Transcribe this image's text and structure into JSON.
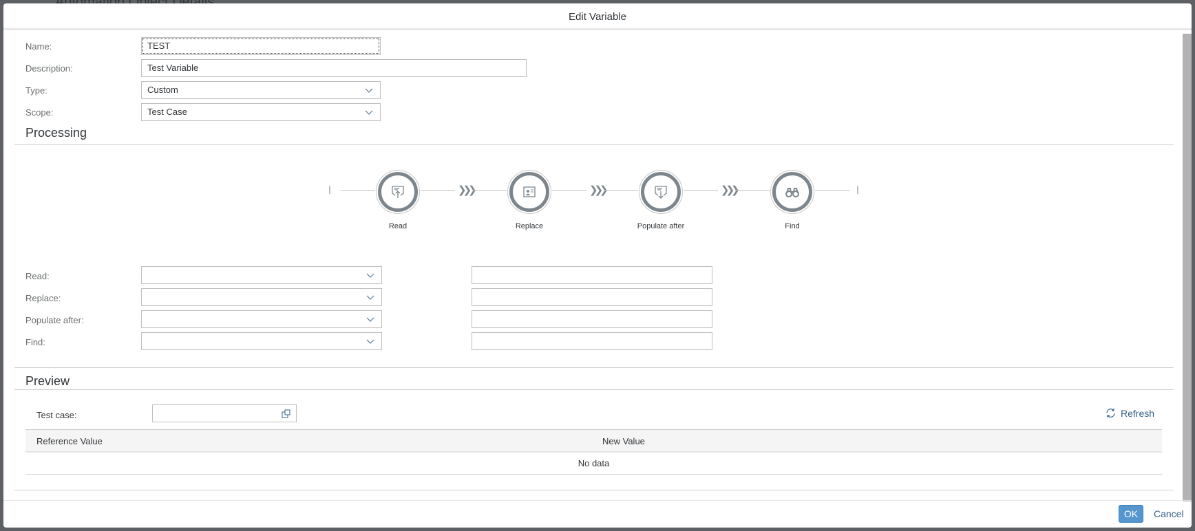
{
  "background": {
    "title": "Automation Object Details"
  },
  "dialog": {
    "title": "Edit Variable"
  },
  "form": {
    "name": {
      "label": "Name:",
      "value": "TEST"
    },
    "description": {
      "label": "Description:",
      "value": "Test Variable"
    },
    "type": {
      "label": "Type:",
      "value": "Custom"
    },
    "scope": {
      "label": "Scope:",
      "value": "Test Case"
    }
  },
  "processing": {
    "title": "Processing",
    "steps": [
      {
        "label": "Read",
        "icon": "read-upload-icon"
      },
      {
        "label": "Replace",
        "icon": "replace-contact-icon"
      },
      {
        "label": "Populate after",
        "icon": "populate-download-icon"
      },
      {
        "label": "Find",
        "icon": "binoculars-icon"
      }
    ],
    "rows": [
      {
        "label": "Read:",
        "select": "",
        "text": ""
      },
      {
        "label": "Replace:",
        "select": "",
        "text": ""
      },
      {
        "label": "Populate after:",
        "select": "",
        "text": ""
      },
      {
        "label": "Find:",
        "select": "",
        "text": ""
      }
    ]
  },
  "preview": {
    "title": "Preview",
    "test_case_label": "Test case:",
    "test_case_value": "",
    "refresh": "Refresh",
    "columns": [
      "Reference Value",
      "New Value"
    ],
    "empty": "No data"
  },
  "footer": {
    "ok": "OK",
    "cancel": "Cancel"
  },
  "colors": {
    "accent": "#5496cd",
    "link": "#346187",
    "step_ring": "#7d868c"
  }
}
